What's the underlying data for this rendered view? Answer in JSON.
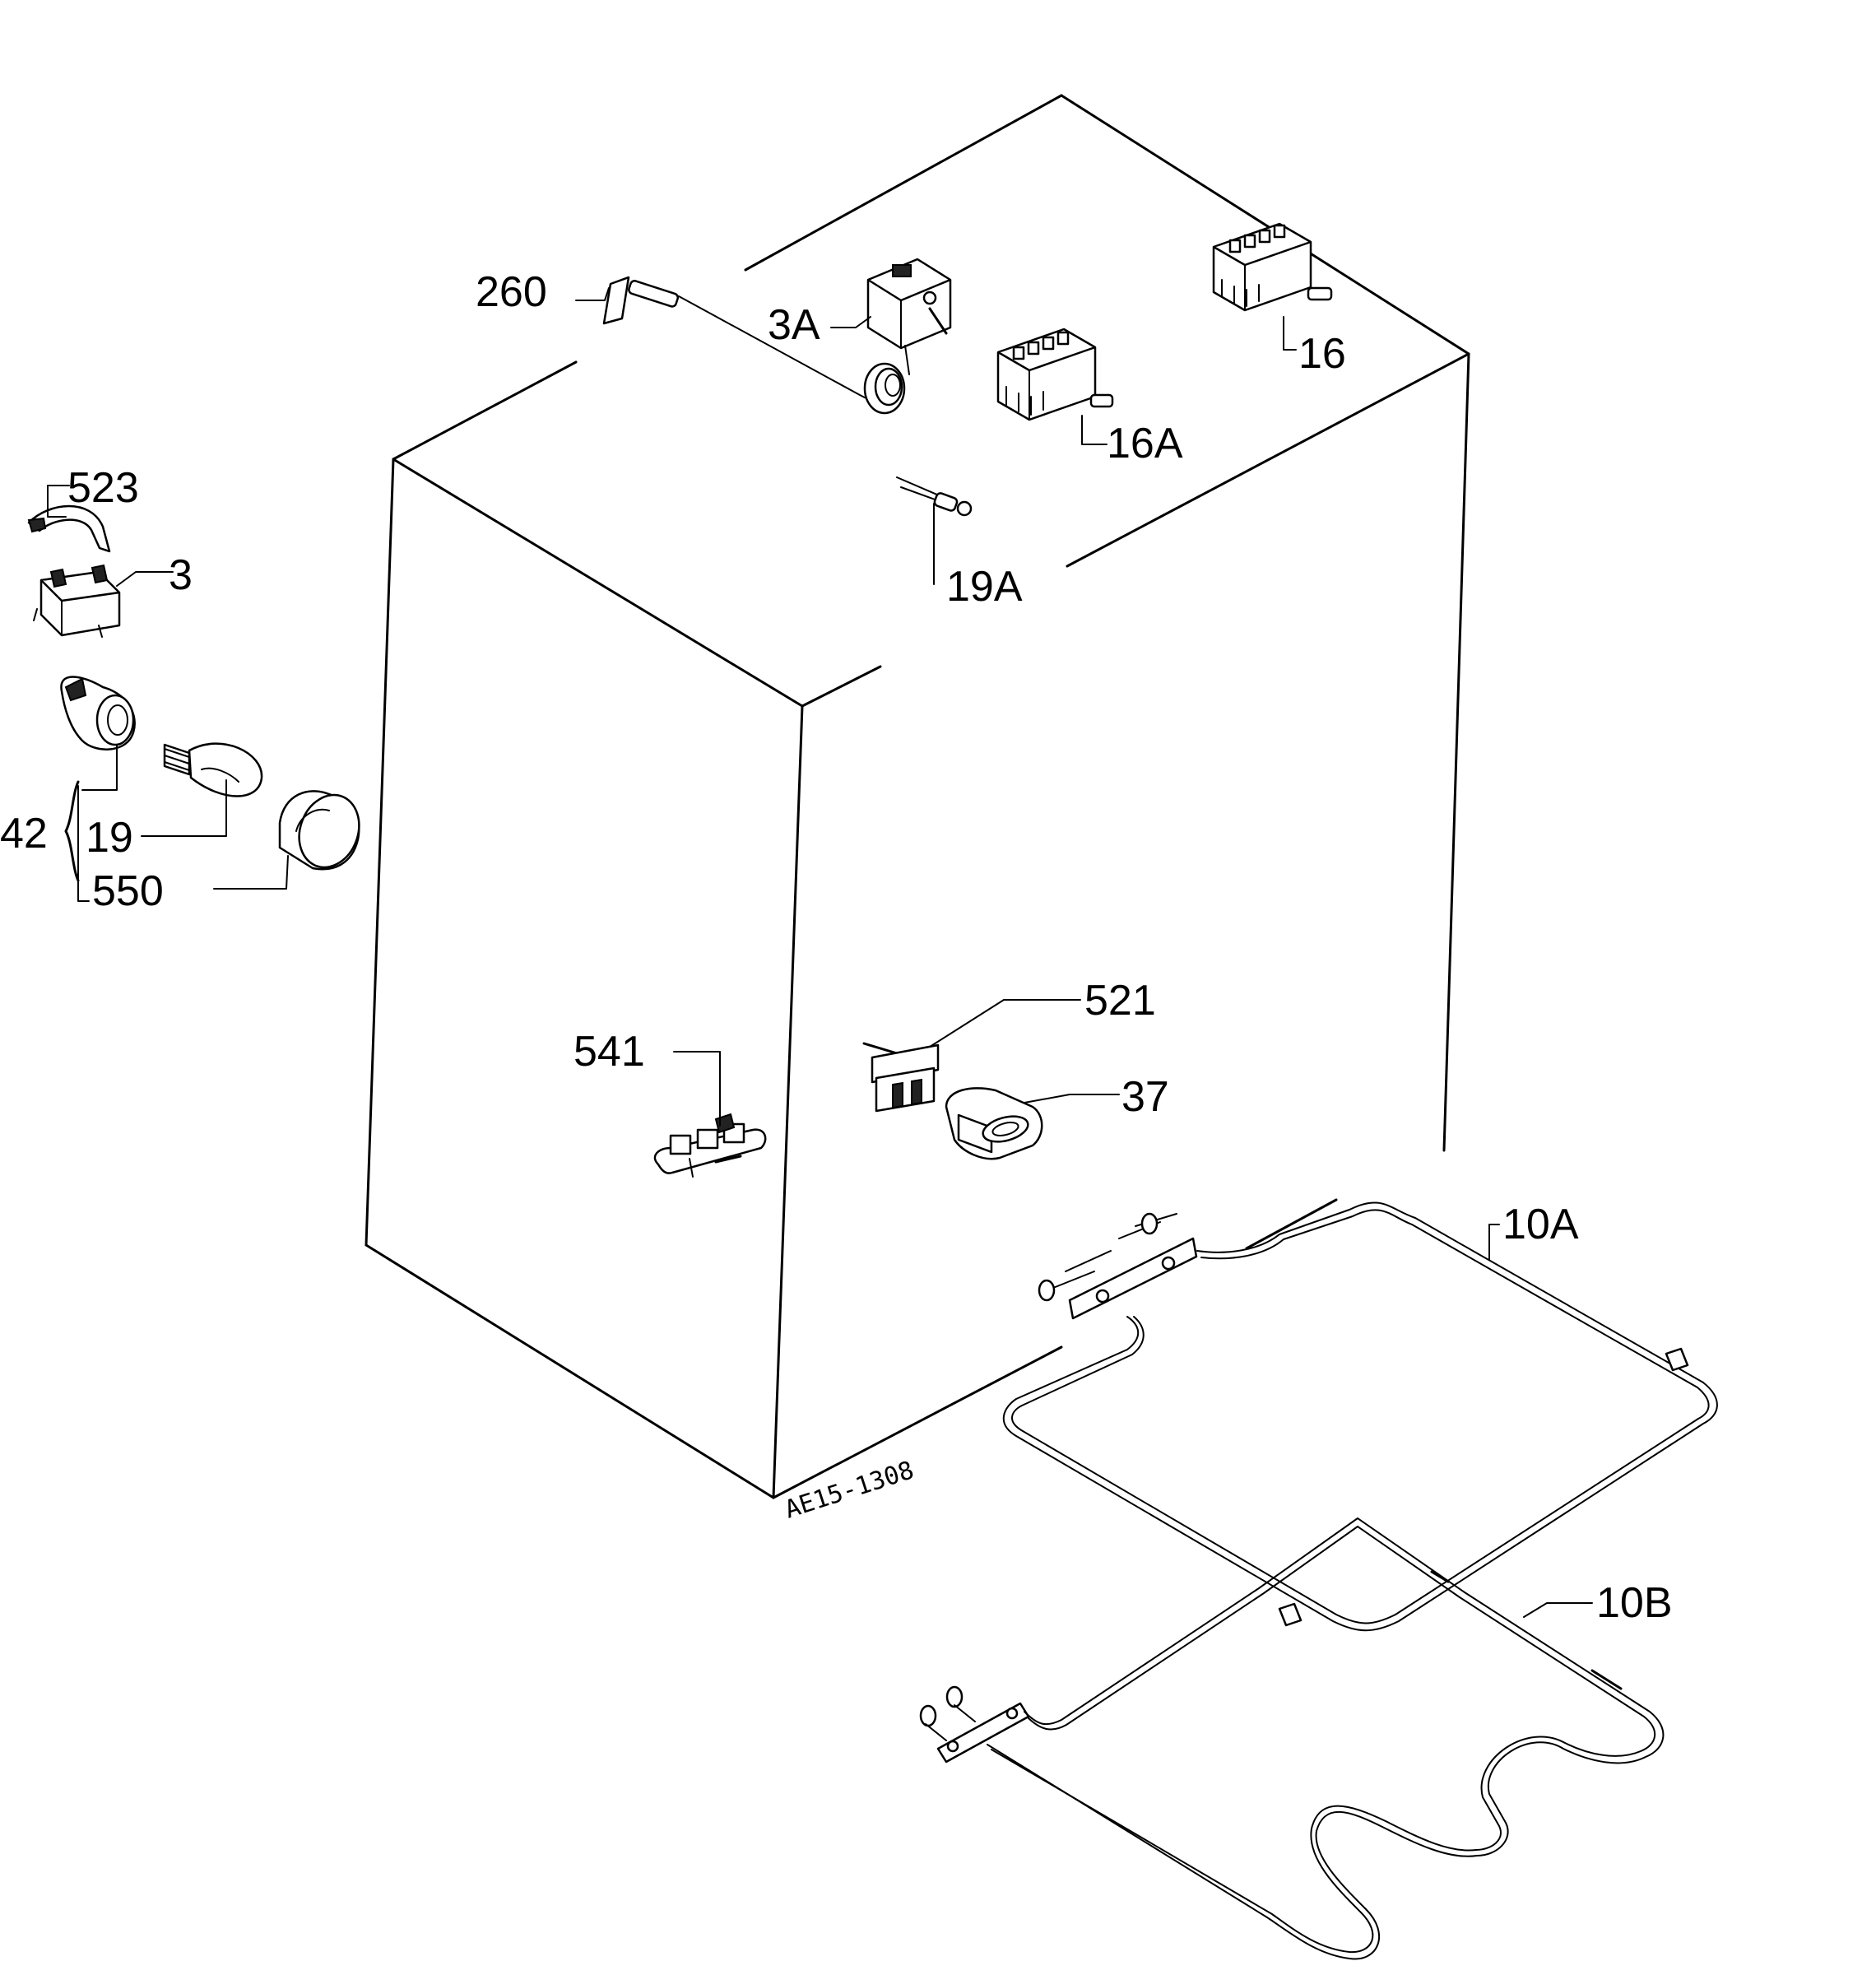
{
  "labels": {
    "l260": "260",
    "l3A": "3A",
    "l16": "16",
    "l16A": "16A",
    "l19A": "19A",
    "l523": "523",
    "l3": "3",
    "l42": "42",
    "l19": "19",
    "l550": "550",
    "l541": "541",
    "l521": "521",
    "l37": "37",
    "l10A": "10A",
    "l10B": "10B"
  },
  "drawing_code": "AE15-1308"
}
